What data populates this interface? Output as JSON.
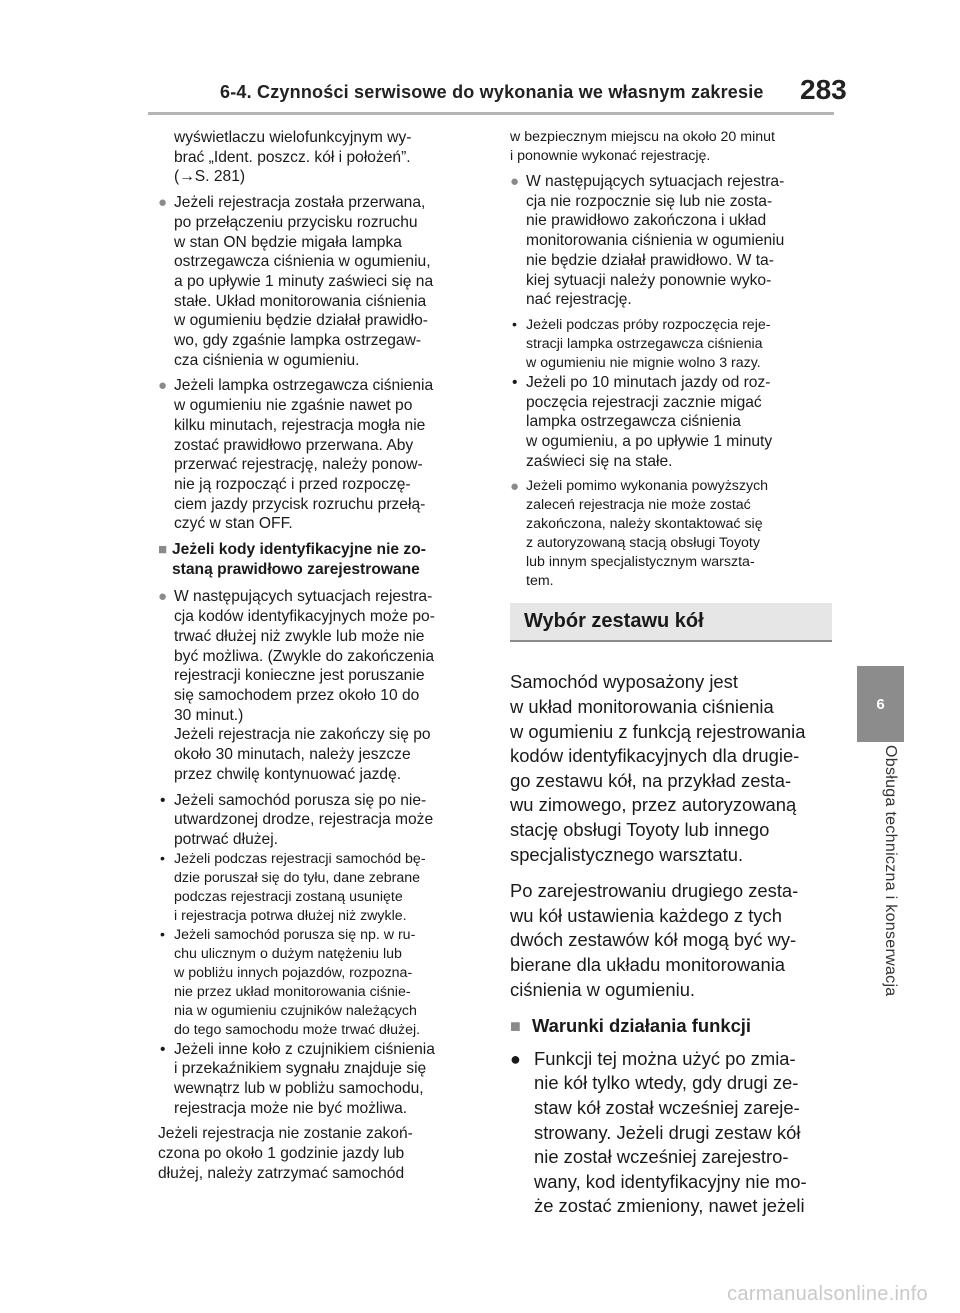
{
  "header": {
    "section_title": "6-4. Czynności serwisowe do wykonania we własnym zakresie",
    "page_number": "283"
  },
  "side_tab": {
    "chapter_number": "6",
    "chapter_title": "Obsługa techniczna i konserwacja"
  },
  "left_column": {
    "intro_lines": [
      "wyświetlaczu wielofunkcyjnym wy-",
      "brać „Ident. poszcz. kół i położeń”.",
      "(→S. 281)"
    ],
    "bullet1": [
      "Jeżeli rejestracja została przerwana,",
      "po przełączeniu przycisku rozruchu",
      "w stan ON będzie migała lampka",
      "ostrzegawcza ciśnienia w ogumieniu,",
      "a po upływie 1 minuty zaświeci się na",
      "stałe. Układ monitorowania ciśnienia",
      "w ogumieniu będzie działał prawidło-",
      "wo, gdy zgaśnie lampka ostrzegaw-",
      "cza ciśnienia w ogumieniu."
    ],
    "bullet2": [
      "Jeżeli lampka ostrzegawcza ciśnienia",
      "w ogumieniu nie zgaśnie nawet po",
      "kilku minutach, rejestracja mogła nie",
      "zostać prawidłowo przerwana. Aby",
      "przerwać rejestrację, należy ponow-",
      "nie ją rozpocząć i przed rozpoczę-",
      "ciem jazdy przycisk rozruchu przełą-",
      "czyć w stan OFF."
    ],
    "heading": [
      "Jeżeli kody identyfikacyjne nie zo-",
      "staną prawidłowo zarejestrowane"
    ],
    "bullet3": [
      "W następujących sytuacjach rejestra-",
      "cja kodów identyfikacyjnych może po-",
      "trwać dłużej niż zwykle lub może nie",
      "być możliwa. (Zwykle do zakończenia",
      "rejestracji konieczne jest poruszanie",
      "się samochodem przez około 10 do",
      "30 minut.)",
      "Jeżeli rejestracja nie zakończy się po",
      "około 30 minutach, należy jeszcze",
      "przez chwilę kontynuować jazdę."
    ],
    "sub_bullets": [
      [
        "Jeżeli samochód porusza się po nie-",
        "utwardzonej drodze, rejestracja może",
        "potrwać dłużej."
      ],
      [
        "Jeżeli podczas rejestracji samochód bę-",
        "dzie poruszał się do tyłu, dane zebrane",
        "podczas rejestracji zostaną usunięte",
        "i rejestracja potrwa dłużej niż zwykle."
      ],
      [
        "Jeżeli samochód porusza się np. w ru-",
        "chu ulicznym o dużym natężeniu lub",
        "w pobliżu innych pojazdów, rozpozna-",
        "nie przez układ monitorowania ciśnie-",
        "nia w ogumieniu czujników należących",
        "do tego samochodu może trwać dłużej."
      ],
      [
        "Jeżeli inne koło z czujnikiem ciśnienia",
        "i przekaźnikiem sygnału znajduje się",
        "wewnątrz lub w pobliżu samochodu,",
        "rejestracja może nie być możliwa."
      ]
    ],
    "closing": [
      "Jeżeli rejestracja nie zostanie zakoń-",
      "czona po około 1 godzinie jazdy lub",
      "dłużej, należy zatrzymać samochód"
    ]
  },
  "right_column": {
    "continuation": [
      "w bezpiecznym miejscu na około 20 minut",
      "i ponownie wykonać rejestrację."
    ],
    "bullet1": [
      "W następujących sytuacjach rejestra-",
      "cja nie rozpocznie się lub nie zosta-",
      "nie prawidłowo zakończona i układ",
      "monitorowania ciśnienia w ogumieniu",
      "nie będzie działał prawidłowo. W ta-",
      "kiej sytuacji należy ponownie wyko-",
      "nać rejestrację."
    ],
    "sub_bullets": [
      [
        "Jeżeli podczas próby rozpoczęcia reje-",
        "stracji lampka ostrzegawcza ciśnienia",
        "w ogumieniu nie mignie wolno 3 razy."
      ],
      [
        "Jeżeli po 10 minutach jazdy od roz-",
        "poczęcia rejestracji zacznie migać",
        "lampka ostrzegawcza ciśnienia",
        "w ogumieniu, a po upływie 1 minuty",
        "zaświeci się na stałe."
      ]
    ],
    "bullet2": [
      "Jeżeli pomimo wykonania powyższych",
      "zaleceń rejestracja nie może zostać",
      "zakończona, należy skontaktować się",
      "z autoryzowaną stacją obsługi Toyoty",
      "lub innym specjalistycznym warszta-",
      "tem."
    ],
    "section_title": "Wybór zestawu kół",
    "para1": [
      "Samochód wyposażony jest",
      "w układ monitorowania ciśnienia",
      "w ogumieniu z funkcją rejestrowania",
      "kodów identyfikacyjnych dla drugie-",
      "go zestawu kół, na przykład zesta-",
      "wu zimowego, przez autoryzowaną",
      "stację obsługi Toyoty lub innego",
      "specjalistycznego warsztatu."
    ],
    "para2": [
      "Po zarejestrowaniu drugiego zesta-",
      "wu kół ustawienia każdego z tych",
      "dwóch zestawów kół mogą być wy-",
      "bierane dla układu monitorowania",
      "ciśnienia w ogumieniu."
    ],
    "heading": "Warunki działania funkcji",
    "bullet3": [
      "Funkcji tej można użyć po zmia-",
      "nie kół tylko wtedy, gdy drugi ze-",
      "staw kół został wcześniej zareje-",
      "strowany. Jeżeli drugi zestaw kół",
      "nie został wcześniej zarejestro-",
      "wany, kod identyfikacyjny nie mo-",
      "że zostać zmieniony, nawet jeżeli"
    ]
  },
  "watermark": "carmanualsonline.info"
}
